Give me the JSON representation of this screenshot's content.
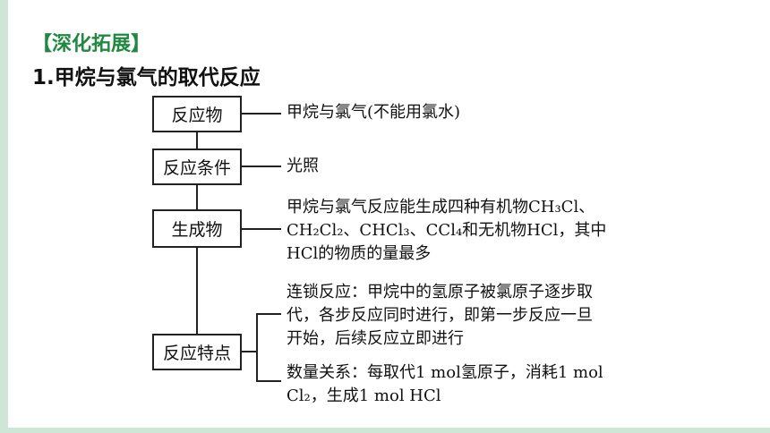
{
  "header": {
    "section_tag": "【深化拓展】",
    "title": "1.甲烷与氯气的取代反应"
  },
  "diagram": {
    "nodes": [
      {
        "label": "反应物",
        "desc": "甲烷与氯气(不能用氯水)"
      },
      {
        "label": "反应条件",
        "desc": "光照"
      },
      {
        "label": "生成物",
        "desc": "甲烷与氯气反应能生成四种有机物CH₃Cl、\nCH₂Cl₂、CHCl₃、CCl₄和无机物HCl，其中\nHCl的物质的量最多"
      },
      {
        "label": "反应特点",
        "details": [
          "连锁反应：甲烷中的氢原子被氯原子逐步取\n代，各步反应同时进行，即第一步反应一旦\n开始，后续反应立即进行",
          "数量关系：每取代1 mol氢原子，消耗1 mol\nCl₂，生成1 mol HCl"
        ]
      }
    ]
  },
  "colors": {
    "accent": "#1e8a3f",
    "frame": "#cde6d6"
  }
}
